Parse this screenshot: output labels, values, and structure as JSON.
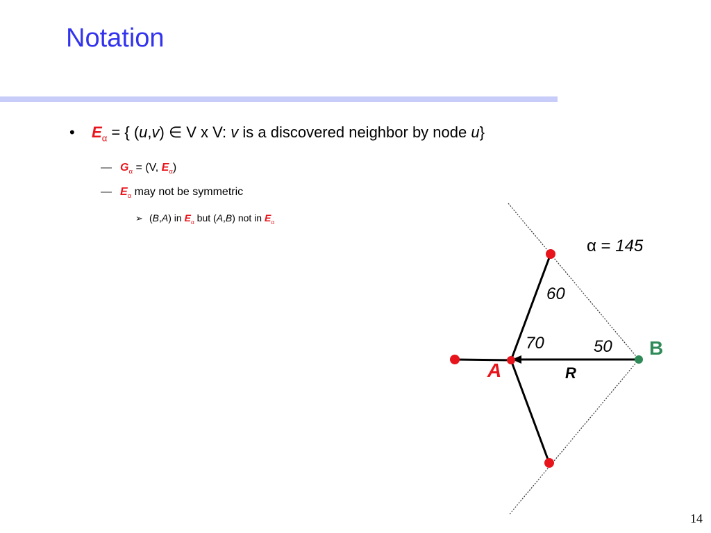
{
  "slide": {
    "title": "Notation",
    "page_number": "14"
  },
  "bullets": {
    "main": {
      "E": "E",
      "alpha": "α",
      "text_a": " = { (",
      "u": "u",
      "comma": ",",
      "v": "v",
      "text_b": ") ∈ V x V: ",
      "v2": "v",
      "text_c": " is a discovered neighbor by node ",
      "u2": "u",
      "close": "}"
    },
    "sub1": {
      "G": "G",
      "alpha": "α",
      "text_a": " = (V, ",
      "E": "E",
      "alpha2": "α",
      "close": ")"
    },
    "sub2": {
      "E": "E",
      "alpha": "α",
      "text": " may not be symmetric"
    },
    "sub3": {
      "open": "(",
      "B": "B",
      "comma": ",",
      "A": "A",
      "text_a": ") in ",
      "E": "E",
      "alpha": "α",
      "text_b": " but (",
      "A2": "A",
      "comma2": ",",
      "B2": "B",
      "text_c": ") not in ",
      "E2": "E",
      "alpha2": "α"
    }
  },
  "diagram": {
    "alpha_label": "α = ",
    "alpha_value": "145",
    "label_60": "60",
    "label_70": "70",
    "label_50": "50",
    "node_A": "A",
    "node_B": "B",
    "label_R": "R",
    "colors": {
      "red": "#e8141b",
      "green": "#2e8b57",
      "title_blue": "#3333ee"
    }
  }
}
